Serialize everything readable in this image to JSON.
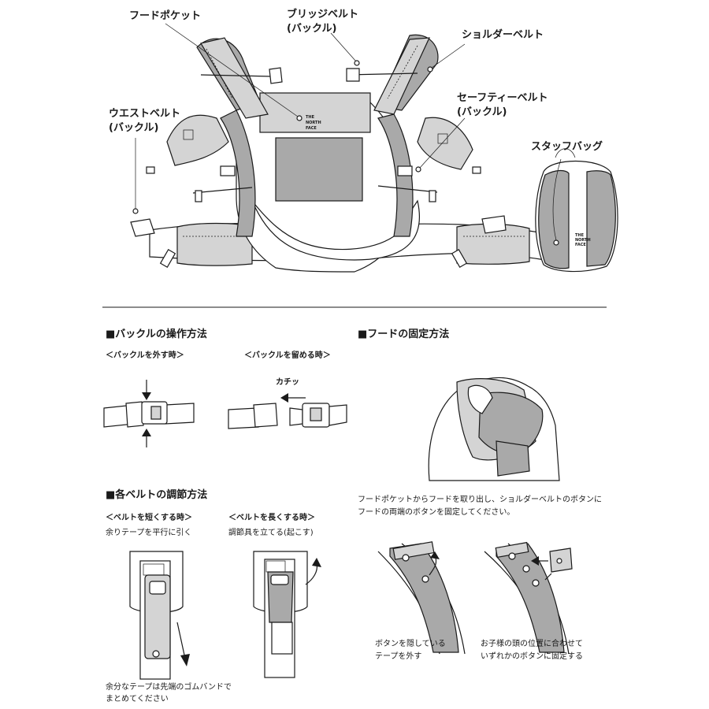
{
  "labels": {
    "hood_pocket": "フードポケット",
    "bridge_belt_1": "ブリッジベルト",
    "bridge_belt_2": "(バックル)",
    "shoulder_belt": "ショルダーベルト",
    "waist_belt_1": "ウエストベルト",
    "waist_belt_2": "(バックル)",
    "safety_belt_1": "セーフティーベルト",
    "safety_belt_2": "(バックル)",
    "stuff_bag": "スタッフバッグ"
  },
  "buckle": {
    "heading": "■バックルの操作方法",
    "release": "＜バックルを外す時＞",
    "fasten": "＜バックルを留める時＞",
    "click": "カチッ"
  },
  "hood": {
    "heading": "■フードの固定方法",
    "desc_1": "フードポケットからフードを取り出し、ショルダーベルトのボタンに",
    "desc_2": "フードの両端のボタンを固定してください。",
    "step1_1": "ボタンを隠している",
    "step1_2": "テープを外す",
    "step2_1": "お子様の頭の位置に合わせて",
    "step2_2": "いずれかのボタンに固定する"
  },
  "adjust": {
    "heading": "■各ベルトの調節方法",
    "shorten": "＜ベルトを短くする時＞",
    "shorten_desc": "余りテープを平行に引く",
    "lengthen": "＜ベルトを長くする時＞",
    "lengthen_desc": "調節具を立てる(起こす)",
    "note_1": "余分なテープは先端のゴムバンドで",
    "note_2": "まとめてください"
  },
  "logo": {
    "line1": "THE",
    "line2": "NORTH",
    "line3": "FACE"
  },
  "colors": {
    "gray": "#a9a9a9",
    "light_gray": "#d4d4d4",
    "line": "#1a1a1a"
  }
}
